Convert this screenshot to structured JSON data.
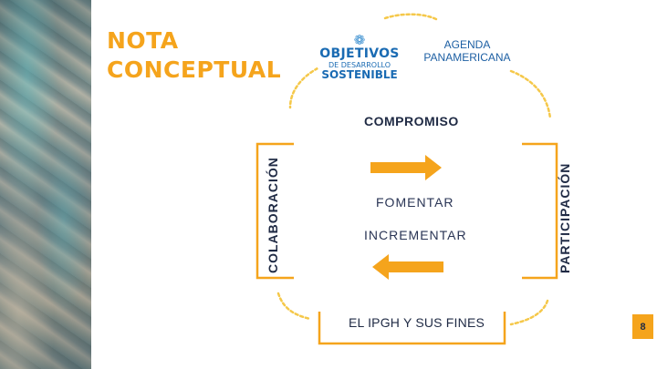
{
  "title": {
    "line1": "NOTA",
    "line2": "CONCEPTUAL"
  },
  "logos": {
    "ods": {
      "line1": "OBJETIVOS",
      "line2": "DE DESARROLLO",
      "line3": "SOSTENIBLE"
    },
    "agenda": {
      "line1": "AGENDA",
      "line2": "PANAMERICANA"
    }
  },
  "diagram": {
    "top": "COMPROMISO",
    "left": "COLABORACIÓN",
    "right": "PARTICIPACIÓN",
    "bottom": "EL IPGH Y SUS FINES",
    "center_upper": "FOMENTAR",
    "center_lower": "INCREMENTAR"
  },
  "colors": {
    "accent": "#f5a41c",
    "text": "#1f2a44",
    "ods_blue": "#1a6bb3"
  },
  "page_number": "8"
}
